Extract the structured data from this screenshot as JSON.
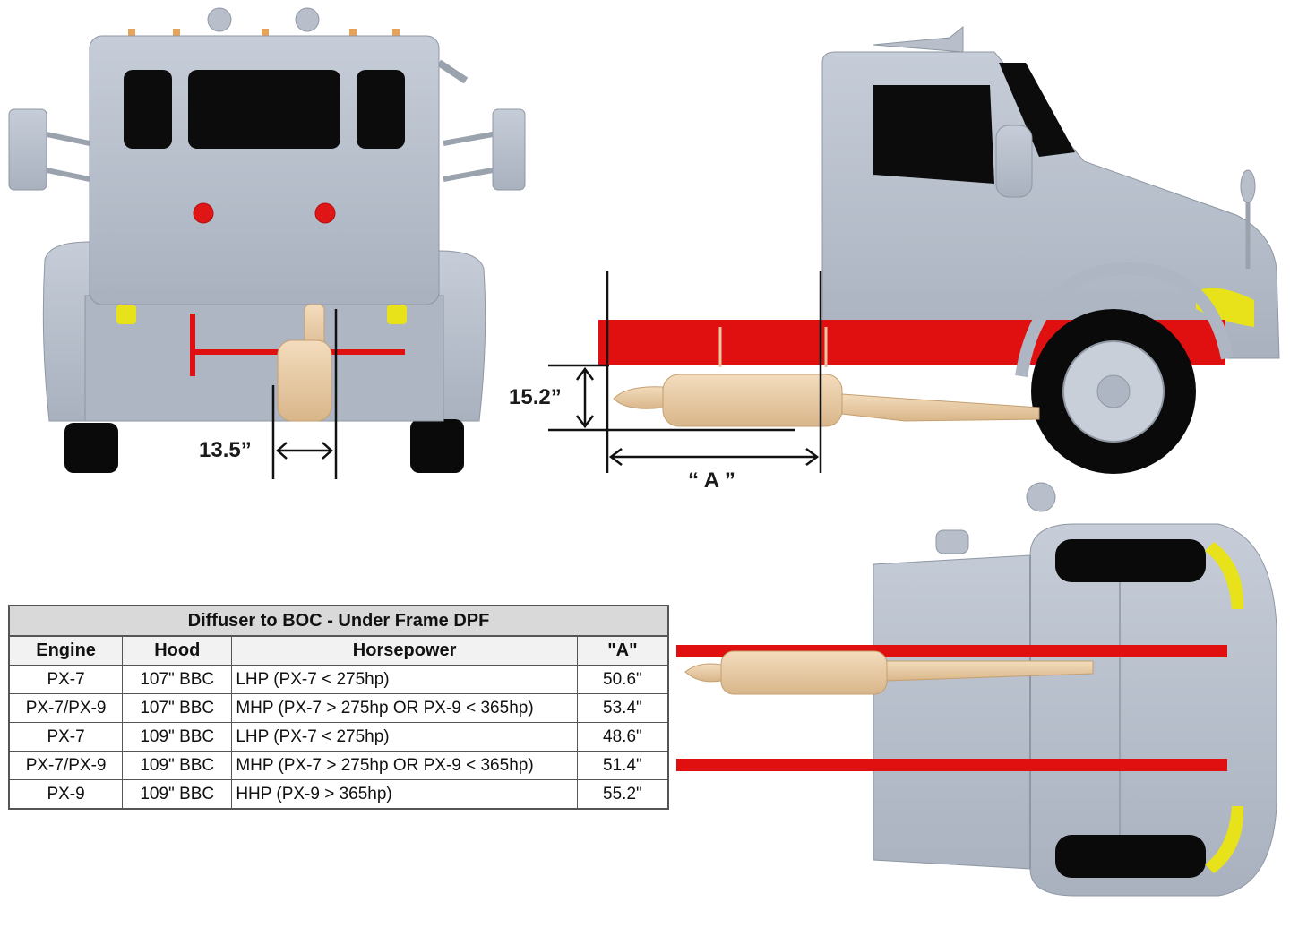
{
  "dimensions": {
    "offset_width": "13.5”",
    "height": "15.2”",
    "a_label": "“ A ”"
  },
  "table": {
    "title": "Diffuser to BOC - Under Frame DPF",
    "headers": [
      "Engine",
      "Hood",
      "Horsepower",
      "\"A\""
    ],
    "rows": [
      [
        "PX-7",
        "107\" BBC",
        "LHP (PX-7 < 275hp)",
        "50.6\""
      ],
      [
        "PX-7/PX-9",
        "107\" BBC",
        "MHP (PX-7 > 275hp OR PX-9 < 365hp)",
        "53.4\""
      ],
      [
        "PX-7",
        "109\" BBC",
        "LHP (PX-7 < 275hp)",
        "48.6\""
      ],
      [
        "PX-7/PX-9",
        "109\" BBC",
        "MHP (PX-7 > 275hp OR PX-9 < 365hp)",
        "51.4\""
      ],
      [
        "PX-9",
        "109\" BBC",
        "HHP (PX-9 > 365hp)",
        "55.2\""
      ]
    ]
  },
  "colors": {
    "truck_body": "#b7bfcc",
    "frame_rail": "#e01010",
    "exhaust": "#e8c9a0",
    "amber_light": "#e8e21a",
    "tire": "#0a0a0a"
  }
}
